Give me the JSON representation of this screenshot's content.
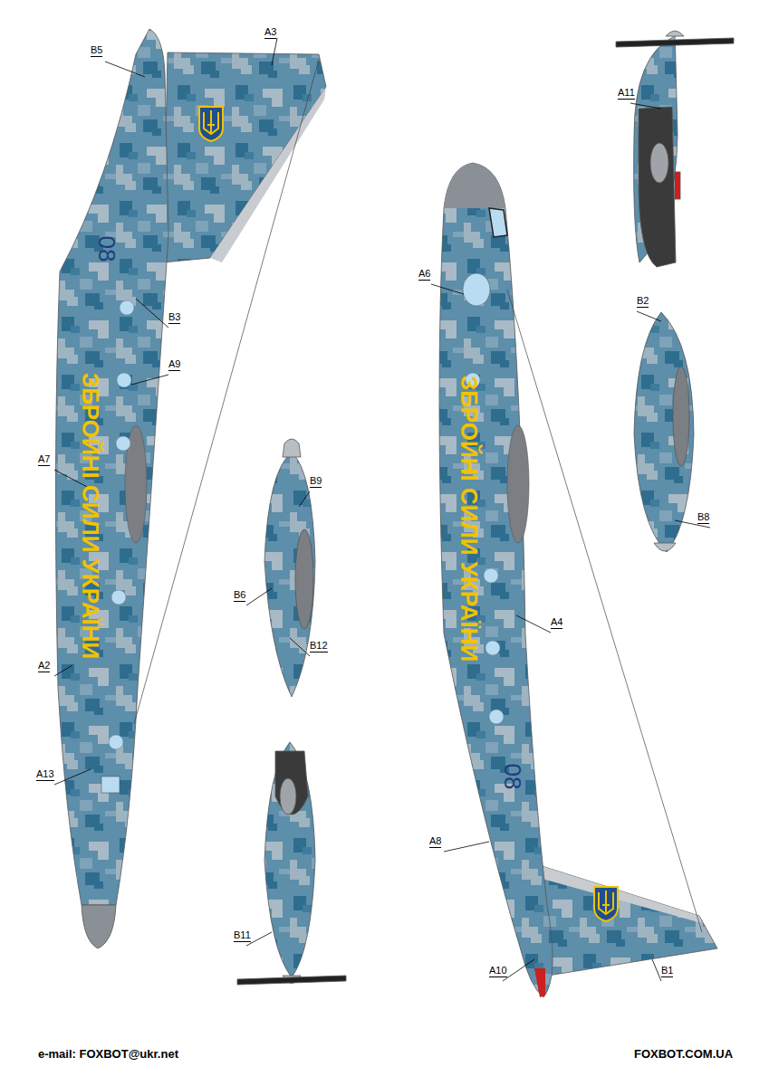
{
  "diagram": {
    "labels": [
      "B5",
      "A3",
      "B3",
      "A9",
      "A7",
      "A2",
      "A13",
      "08",
      "ЗБРОЙНІ СИЛИ УКРАЇНИ",
      "A6",
      "A4",
      "A8",
      "A10",
      "B1",
      "08",
      "ЗБРОЙНІ СИЛИ УКРАЇНИ",
      "A11",
      "B2",
      "B8",
      "B9",
      "B6",
      "B12",
      "B11",
      "e-mail: FOXBOT@ukr.net",
      "FOXBOT.COM.UA"
    ]
  }
}
